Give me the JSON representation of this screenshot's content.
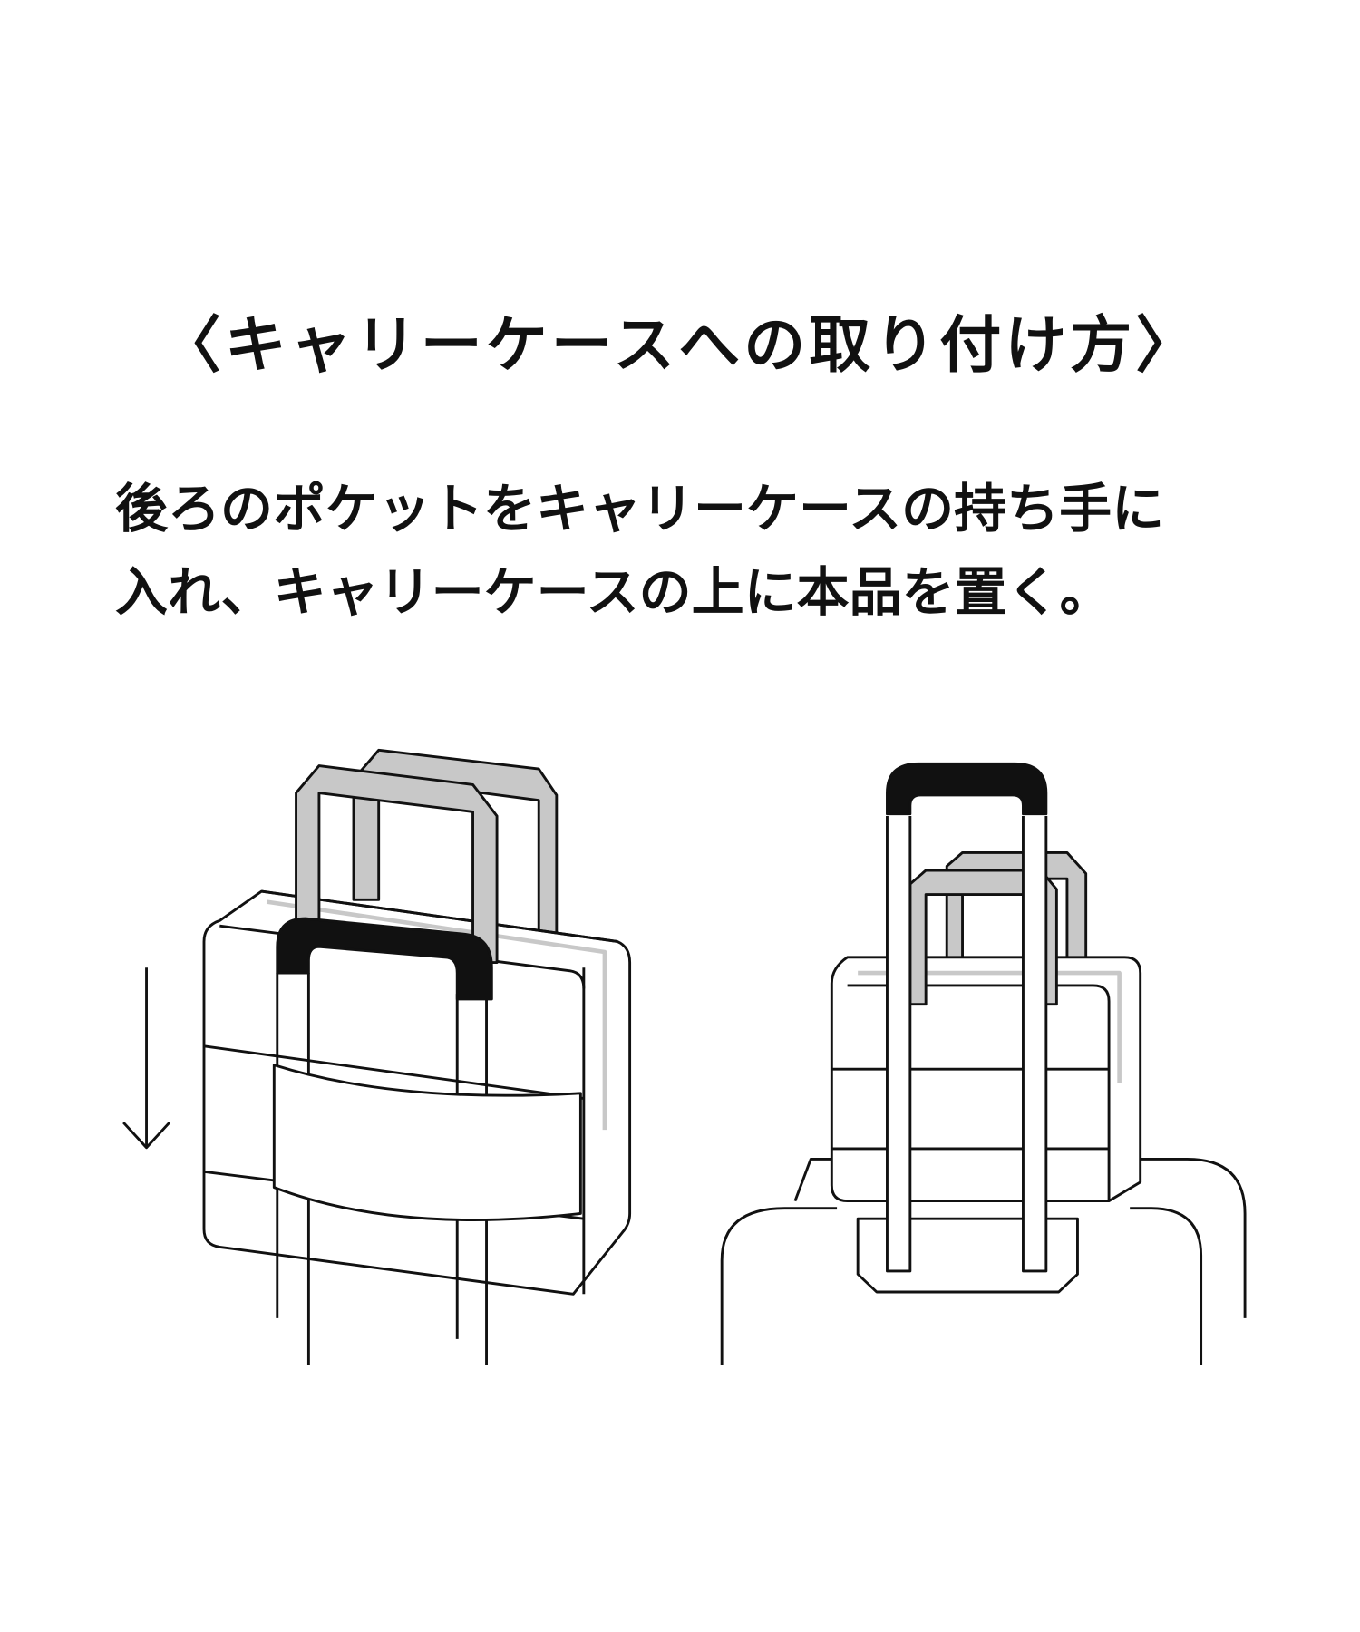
{
  "heading": "〈キャリーケースへの取り付け方〉",
  "instructions": [
    "後ろのポケットをキャリーケースの持ち手に",
    "入れ、キャリーケースの上に本品を置く。"
  ],
  "colors": {
    "ink": "#111111",
    "strap": "#c8c8c8",
    "handle": "#111111"
  }
}
